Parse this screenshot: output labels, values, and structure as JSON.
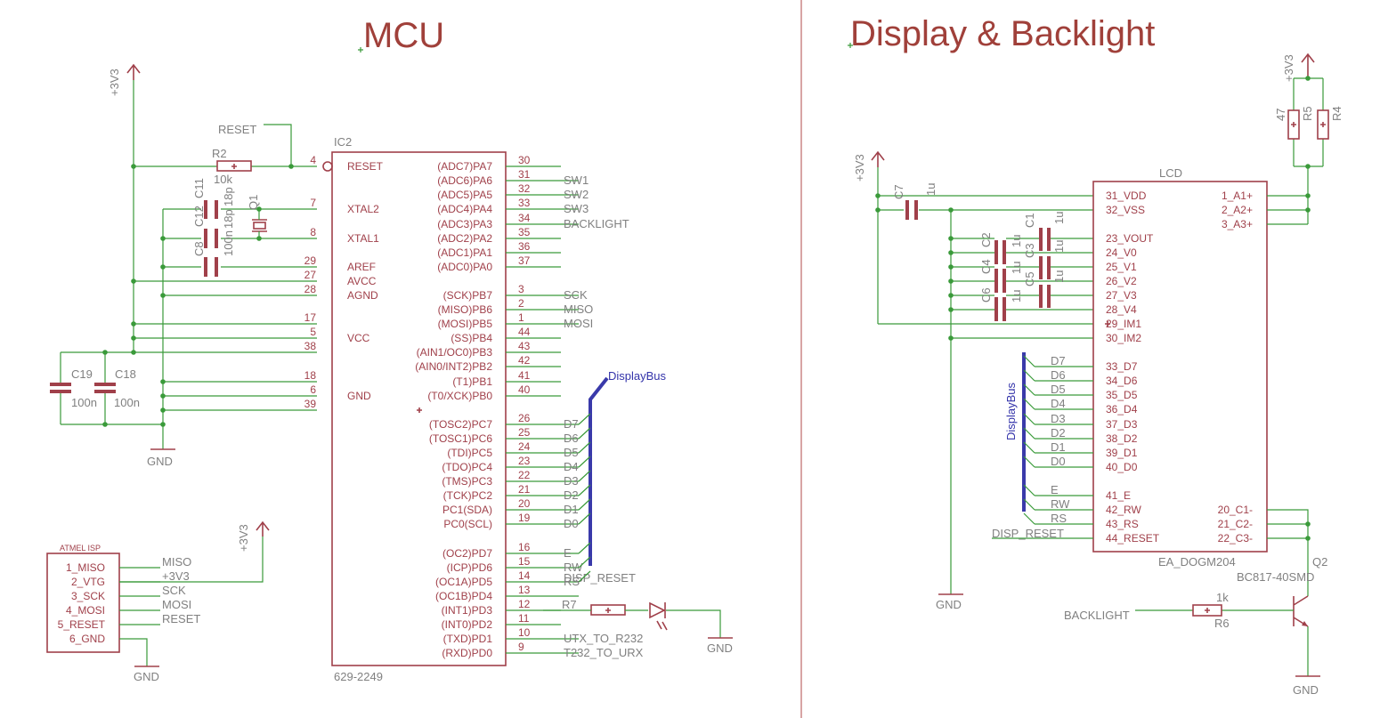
{
  "sheets": {
    "left_title": "MCU",
    "right_title": "Display & Backlight"
  },
  "mcu": {
    "name": "IC2",
    "value": "629-2249",
    "pin_names": [
      {
        "num": "4",
        "name": "RESET"
      },
      {
        "num": "7",
        "name": "XTAL2"
      },
      {
        "num": "8",
        "name": "XTAL1"
      },
      {
        "num": "29",
        "name": "AREF"
      },
      {
        "num": "27",
        "name": "AVCC"
      },
      {
        "num": "28",
        "name": "AGND"
      },
      {
        "num": "17",
        "name": ""
      },
      {
        "num": "5",
        "name": "VCC"
      },
      {
        "num": "38",
        "name": ""
      },
      {
        "num": "18",
        "name": ""
      },
      {
        "num": "6",
        "name": "GND"
      },
      {
        "num": "39",
        "name": ""
      }
    ],
    "right_pins": [
      {
        "num": "30",
        "name": "(ADC7)PA7",
        "net": ""
      },
      {
        "num": "31",
        "name": "(ADC6)PA6",
        "net": "SW1"
      },
      {
        "num": "32",
        "name": "(ADC5)PA5",
        "net": "SW2"
      },
      {
        "num": "33",
        "name": "(ADC4)PA4",
        "net": "SW3"
      },
      {
        "num": "34",
        "name": "(ADC3)PA3",
        "net": "BACKLIGHT"
      },
      {
        "num": "35",
        "name": "(ADC2)PA2",
        "net": ""
      },
      {
        "num": "36",
        "name": "(ADC1)PA1",
        "net": ""
      },
      {
        "num": "37",
        "name": "(ADC0)PA0",
        "net": ""
      },
      {
        "num": "3",
        "name": "(SCK)PB7",
        "net": "SCK"
      },
      {
        "num": "2",
        "name": "(MISO)PB6",
        "net": "MISO"
      },
      {
        "num": "1",
        "name": "(MOSI)PB5",
        "net": "MOSI"
      },
      {
        "num": "44",
        "name": "(SS)PB4",
        "net": ""
      },
      {
        "num": "43",
        "name": "(AIN1/OC0)PB3",
        "net": ""
      },
      {
        "num": "42",
        "name": "(AIN0/INT2)PB2",
        "net": ""
      },
      {
        "num": "41",
        "name": "(T1)PB1",
        "net": ""
      },
      {
        "num": "40",
        "name": "(T0/XCK)PB0",
        "net": ""
      },
      {
        "num": "26",
        "name": "(TOSC2)PC7",
        "net": "D7"
      },
      {
        "num": "25",
        "name": "(TOSC1)PC6",
        "net": "D6"
      },
      {
        "num": "24",
        "name": "(TDI)PC5",
        "net": "D5"
      },
      {
        "num": "23",
        "name": "(TDO)PC4",
        "net": "D4"
      },
      {
        "num": "22",
        "name": "(TMS)PC3",
        "net": "D3"
      },
      {
        "num": "21",
        "name": "(TCK)PC2",
        "net": "D2"
      },
      {
        "num": "20",
        "name": "PC1(SDA)",
        "net": "D1"
      },
      {
        "num": "19",
        "name": "PC0(SCL)",
        "net": "D0"
      },
      {
        "num": "16",
        "name": "(OC2)PD7",
        "net": "E"
      },
      {
        "num": "15",
        "name": "(ICP)PD6",
        "net": "RW"
      },
      {
        "num": "14",
        "name": "(OC1A)PD5",
        "net": "RS"
      },
      {
        "num": "13",
        "name": "(OC1B)PD4",
        "net": "DISP_RESET"
      },
      {
        "num": "12",
        "name": "(INT1)PD3",
        "net": ""
      },
      {
        "num": "11",
        "name": "(INT0)PD2",
        "net": ""
      },
      {
        "num": "10",
        "name": "(TXD)PD1",
        "net": "UTX_TO_R232"
      },
      {
        "num": "9",
        "name": "(RXD)PD0",
        "net": "T232_TO_URX"
      }
    ],
    "display_bus": "DisplayBus"
  },
  "mcu_parts": {
    "reset_net": "RESET",
    "r2_name": "R2",
    "r2_value": "10k",
    "c11": "C11",
    "c12": "C12",
    "c8": "C8",
    "c11_val": "18p",
    "c12_val": "18p",
    "c8_val": "100n",
    "q1": "Q1",
    "c19": "C19",
    "c18": "C18",
    "c19_val": "100n",
    "c18_val": "100n",
    "supply": "+3V3",
    "gnd": "GND",
    "r7": "R7"
  },
  "isp": {
    "title": "ATMEL ISP",
    "pins": [
      "1_MISO",
      "2_VTG",
      "3_SCK",
      "4_MOSI",
      "5_RESET",
      "6_GND"
    ],
    "nets": [
      "MISO",
      "+3V3",
      "SCK",
      "MOSI",
      "RESET"
    ],
    "supply": "+3V3",
    "gnd": "GND"
  },
  "lcd": {
    "name": "LCD",
    "value": "EA_DOGM204",
    "left_pins": [
      "31_VDD",
      "32_VSS",
      "23_VOUT",
      "24_V0",
      "25_V1",
      "26_V2",
      "27_V3",
      "28_V4",
      "29_IM1",
      "30_IM2",
      "33_D7",
      "34_D6",
      "35_D5",
      "36_D4",
      "37_D3",
      "38_D2",
      "39_D1",
      "40_D0",
      "41_E",
      "42_RW",
      "43_RS",
      "44_RESET"
    ],
    "right_pins": [
      "1_A1+",
      "2_A2+",
      "3_A3+",
      "20_C1-",
      "21_C2-",
      "22_C3-"
    ],
    "bus_nets": [
      "D7",
      "D6",
      "D5",
      "D4",
      "D3",
      "D2",
      "D1",
      "D0",
      "E",
      "RW",
      "RS"
    ],
    "disp_reset": "DISP_RESET",
    "display_bus": "DisplayBus"
  },
  "display_parts": {
    "supply": "+3V3",
    "supply2": "+3V3",
    "gnd": "GND",
    "gnd2": "GND",
    "c7": "C7",
    "c7_val": "1u",
    "c2": "C2",
    "c4": "C4",
    "c6": "C6",
    "c1": "C1",
    "c3": "C3",
    "c5": "C5",
    "cap_val": "1u",
    "r5": "R5",
    "r4": "R4",
    "r5_val": "47",
    "q2": "Q2",
    "q2_val": "BC817-40SMD",
    "r6": "R6",
    "r6_val": "1k",
    "backlight": "BACKLIGHT"
  }
}
